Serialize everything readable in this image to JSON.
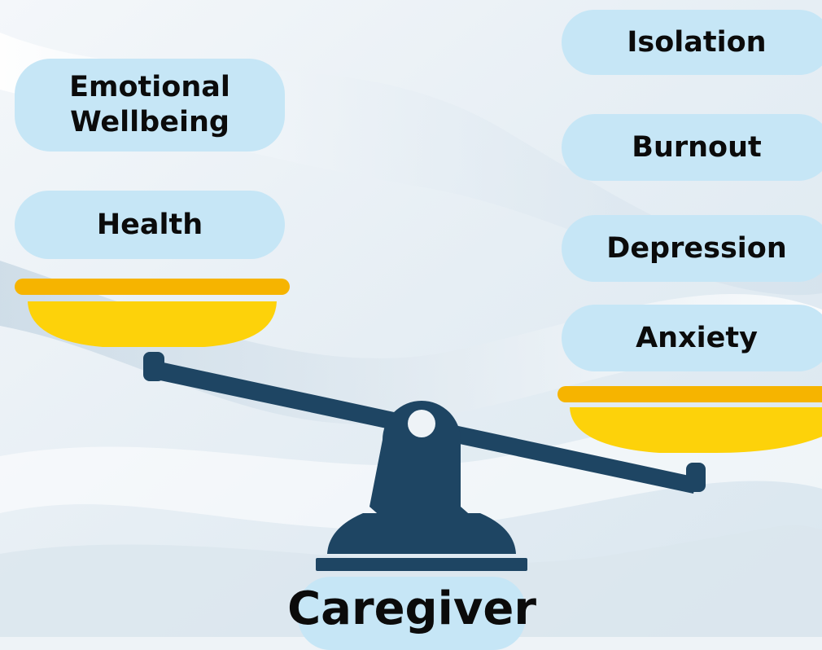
{
  "colors": {
    "pill": "#c6e6f6",
    "pan_top": "#f6b400",
    "pan_bowl": "#fdd20a",
    "scale_body": "#1e4563",
    "text": "#0b0b0b"
  },
  "left_items": [
    {
      "label_line1": "Emotional",
      "label_line2": "Wellbeing"
    },
    {
      "label": "Health"
    }
  ],
  "right_items": [
    {
      "label": "Isolation"
    },
    {
      "label": "Burnout"
    },
    {
      "label": "Depression"
    },
    {
      "label": "Anxiety"
    }
  ],
  "base_label": "Caregiver",
  "icon": "balance-scale-icon"
}
